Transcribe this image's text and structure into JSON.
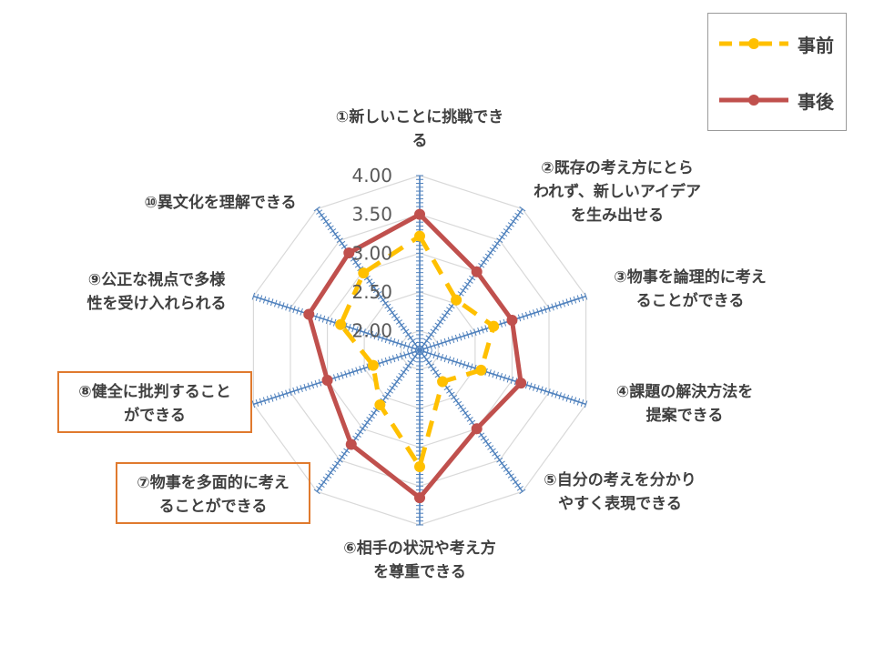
{
  "chart_data": {
    "type": "radar",
    "title": "",
    "axes": [
      [
        "①新しいことに挑戦でき",
        "る"
      ],
      [
        "②既存の考え方にとら",
        "われず、新しいアイデア",
        "を生み出せる"
      ],
      [
        "③物事を論理的に考え",
        "ることができる"
      ],
      [
        "④課題の解決方法を",
        "提案できる"
      ],
      [
        "⑤自分の考えを分かり",
        "やすく表現できる"
      ],
      [
        "⑥相手の状況や考え方",
        "を尊重できる"
      ],
      [
        "⑦物事を多面的に考え",
        "ることができる"
      ],
      [
        "⑧健全に批判すること",
        "ができる"
      ],
      [
        "⑨公正な視点で多様",
        "性を受け入れられる"
      ],
      [
        "⑩異文化を理解できる"
      ]
    ],
    "highlighted_axes": [
      6,
      7
    ],
    "range": [
      1.75,
      4.0
    ],
    "ticks": [
      2.0,
      2.5,
      3.0,
      3.5,
      4.0
    ],
    "tick_labels": [
      "2.00",
      "2.50",
      "3.00",
      "3.50",
      "4.00"
    ],
    "series": [
      {
        "name": "事前",
        "color": "#ffc000",
        "dashed": true,
        "values": [
          3.22,
          2.55,
          2.75,
          2.58,
          2.25,
          3.25,
          2.62,
          2.38,
          2.82,
          2.98
        ]
      },
      {
        "name": "事後",
        "color": "#c0504d",
        "dashed": false,
        "values": [
          3.5,
          3.0,
          3.0,
          3.12,
          3.0,
          3.65,
          3.25,
          3.0,
          3.25,
          3.3
        ]
      }
    ],
    "legend": "top-right"
  }
}
